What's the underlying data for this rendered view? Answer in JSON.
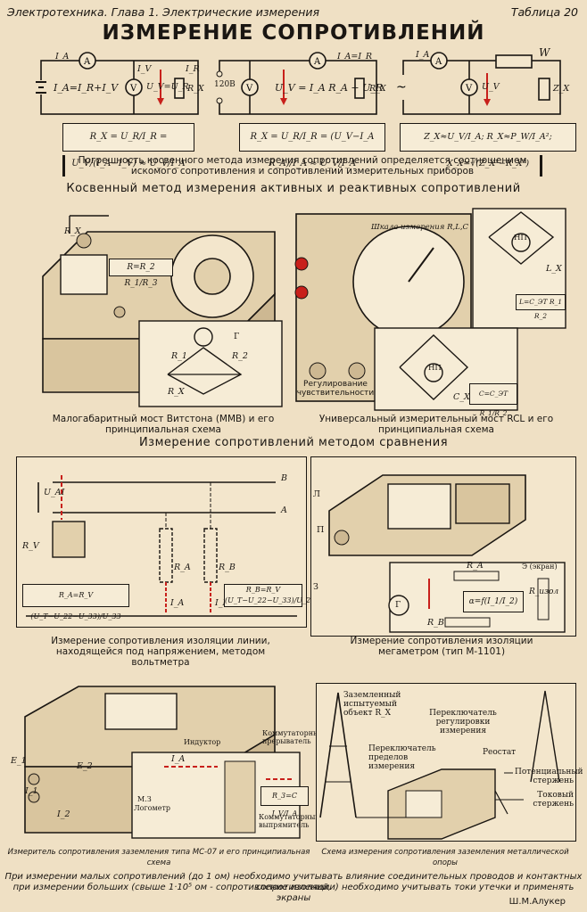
{
  "header": {
    "left": "Электротехника. Глава 1. Электрические измерения",
    "right": "Таблица 20"
  },
  "title": "ИЗМЕРЕНИЕ СОПРОТИВЛЕНИЙ",
  "circuits": {
    "c1": {
      "label_ia": "I_A",
      "label_iv": "I_V",
      "label_ir": "I_R",
      "eq": "I_A=I_R+I_V",
      "label_ur": "U_V=U_R",
      "label_rx": "R_X",
      "formula": "R_X = U_R/I_R = U_V/(I_A−I_V) ≈ U_V/I_A"
    },
    "c2": {
      "label_ia": "I_A=I_R",
      "label_120": "120В",
      "eq": "U_V = I_A R_A + U_R",
      "label_rx": "R_X",
      "formula": "R_X = U_R/I_R = (U_V−I_A R_A)/I_A ≈ U_V/I_A"
    },
    "c3": {
      "label_ia": "I_A",
      "label_uv": "U_V",
      "label_w": "W",
      "label_zx": "Z_X",
      "formula": "Z_X≈U_V/I_A; R_X≈P_W/I_A²; X_X=√(Z_X²−R_X²)"
    }
  },
  "note": "Погрешность косвенного метода измерения сопротивлений определяется соотношением искомого сопротивления и сопротивлений измерительных приборов",
  "section1": "Косвенный метод измерения активных и реактивных сопротивлений",
  "devices": {
    "mmv_caption": "Малогабаритный мост Витстона (ММВ) и его принципиальная схема",
    "mmv_labels": {
      "rx": "R_X",
      "g": "Г",
      "r1": "R_1",
      "r2": "R_2",
      "rx2": "R_X",
      "formula": "R=R_2 R_1/R_3"
    },
    "rcl_caption": "Универсальный измерительный мост RCL и его принципиальная схема",
    "rcl_labels": {
      "scale": "Шкала измерения R,L,C",
      "np": "НП",
      "reg": "Регулирование чувствительности",
      "fl": "L=C_ЭТ R_1 R_2",
      "fc": "C=C_ЭТ R_1/R_2",
      "cx": "C_X",
      "lx": "L_X"
    }
  },
  "section2": "Измерение сопротивлений методом сравнения",
  "comparison": {
    "left_caption": "Измерение сопротивления изоляции линии, находящейся под напряжением, методом вольтметра",
    "left_labels": {
      "uai": "U_AI",
      "b": "B",
      "a": "A",
      "rv": "R_V",
      "ra": "R_A",
      "rb": "R_B",
      "ia": "I_A",
      "ib": "I_B",
      "f1": "R_A=R_V (U_T−U_22−U_33)/U_33",
      "f2": "R_B=R_V (U_T−U_22−U_33)/U_22"
    },
    "right_caption": "Измерение сопротивления изоляции мегаметром (тип М-1101)",
    "right_labels": {
      "l": "Л",
      "p": "П",
      "z": "З",
      "ekran": "Э (экран)",
      "rizol": "R_изол",
      "g": "Г",
      "ra": "R_A",
      "rb": "R_B",
      "formula": "α=f(I_1/I_2)"
    }
  },
  "grounding": {
    "left_caption": "Измеритель сопротивления заземления типа МС-07 и его принципиальная схема",
    "left_labels": {
      "inductor": "Индуктор",
      "kom1": "Коммутаторный прерыватель",
      "kom2": "Коммутаторный выпрямитель",
      "m3": "М.З",
      "log": "Логометр",
      "e1": "E_1",
      "e2": "E_2",
      "i1": "I_1",
      "i2": "I_2",
      "ia": "I_A",
      "formula": "R_3=C I_V/I_A"
    },
    "right_caption": "Схема измерения сопротивления заземления металлической опоры",
    "right_labels": {
      "obj": "Заземленный испытуемый объект R_X",
      "sw1": "Переключатель регулировки измерения",
      "sw2": "Переключатель пределов измерения",
      "reostat": "Реостат",
      "pot": "Потенциальный стержень",
      "tok": "Токовый стержень"
    }
  },
  "footer": {
    "line1": "При измерении малых сопротивлений (до 1 ом) необходимо учитывать влияние соединительных проводов и контактных сопротивлений,",
    "line2": "при измерении больших (свыше 1·10⁵ ом - сопротивление изоляции) необходимо учитывать токи утечки и применять экраны",
    "author": "Ш.М.Алукер"
  }
}
